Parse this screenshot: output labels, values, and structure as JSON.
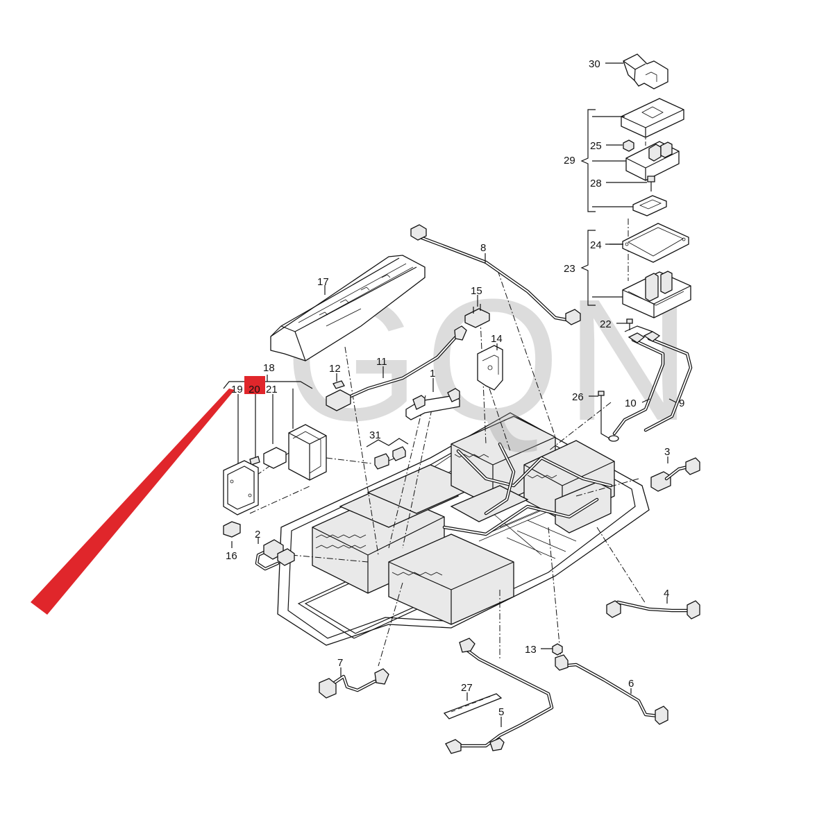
{
  "watermark": "GQN",
  "callouts": {
    "p1": "1",
    "p2": "2",
    "p3": "3",
    "p4": "4",
    "p5": "5",
    "p6": "6",
    "p7": "7",
    "p8": "8",
    "p9": "9",
    "p10": "10",
    "p11": "11",
    "p12": "12",
    "p13": "13",
    "p14": "14",
    "p15": "15",
    "p16": "16",
    "p17": "17",
    "p18": "18",
    "p19": "19",
    "p20": "20",
    "p21": "21",
    "p22": "22",
    "p23": "23",
    "p24": "24",
    "p25": "25",
    "p26": "26",
    "p27": "27",
    "p28": "28",
    "p29": "29",
    "p30": "30",
    "p31": "31"
  },
  "highlight": {
    "part": "20",
    "color": "#e0262b"
  }
}
